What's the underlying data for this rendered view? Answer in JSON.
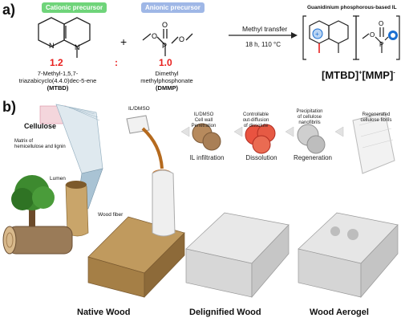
{
  "panel_a": {
    "label": "a)",
    "cationic": {
      "badge": "Cationic precursor",
      "ratio": "1.2",
      "name1": "7-Methyl-1,5,7-",
      "name2": "triazabicyclo(4.4.0)dec-5-ene",
      "abbr": "(MTBD)",
      "color": "#6fd47a"
    },
    "anionic": {
      "badge": "Anionic precursor",
      "ratio": "1.0",
      "name1": "Dimethyl",
      "name2": "methylphosphonate",
      "abbr": "(DMMP)",
      "color": "#9fb7e6"
    },
    "plus": "+",
    "colon": ":",
    "reaction_top": "Methyl transfer",
    "reaction_bottom": "18 h, 110 °C",
    "product_title": "Guanidinium phosphorous-based IL",
    "product_name_a": "[MTBD]",
    "product_name_b": "[MMP]",
    "sup_plus": "+",
    "sup_minus": "-",
    "atom_N": "N",
    "atom_O": "O",
    "atom_P": "P"
  },
  "panel_b": {
    "label": "b)",
    "cellulose": "Cellulose",
    "matrix1": "Matrix of",
    "matrix2": "hemicellulose and lignin",
    "lumen": "Lumen",
    "wood_fiber": "Wood fiber",
    "il_dmso": "IL/DMSO",
    "step1_l1": "IL/DMSO",
    "step1_l2": "Cell wall",
    "step1_l3": "Penetration",
    "step2_l1": "Controllable",
    "step2_l2": "out-diffusion",
    "step2_l3": "of dissolute",
    "step3_l1": "Precipitation",
    "step3_l2": "of cellulose",
    "step3_l3": "nanofibrils",
    "step4_l1": "Regenerated",
    "step4_l2": "cellulose fibrils",
    "stage1": "IL infiltration",
    "stage2": "Dissolution",
    "stage3": "Regeneration",
    "native": "Native Wood",
    "delignified": "Delignified Wood",
    "aerogel": "Wood Aerogel"
  },
  "colors": {
    "red": "#e8201e",
    "blue": "#1b6fd1"
  }
}
